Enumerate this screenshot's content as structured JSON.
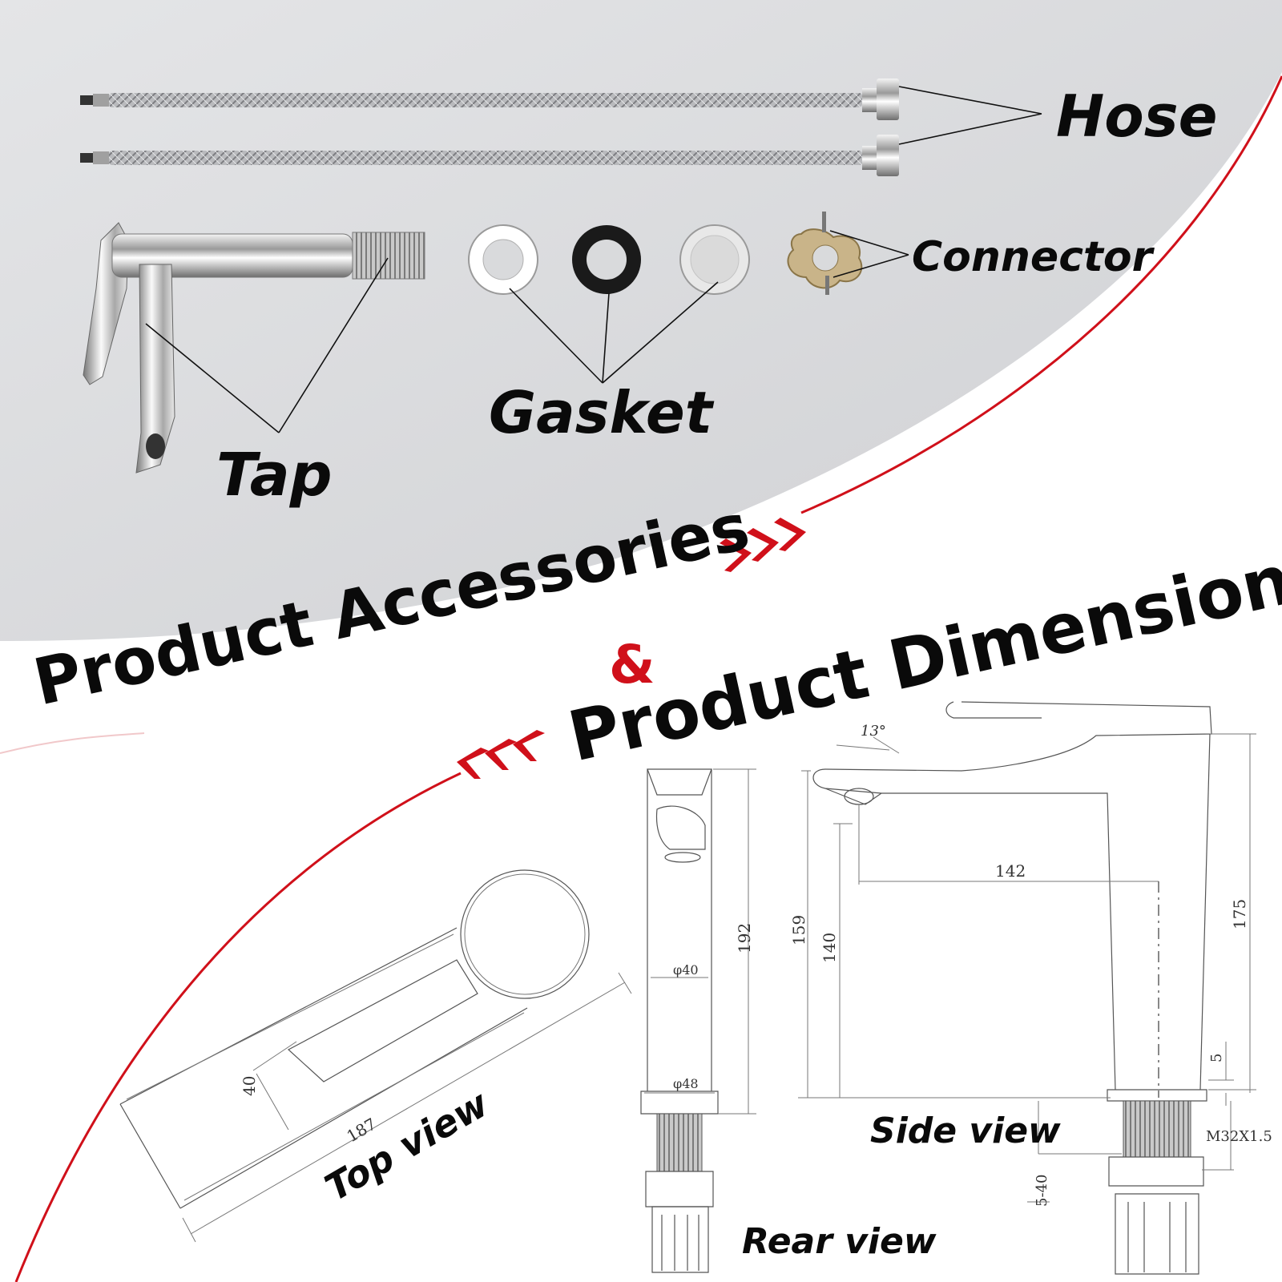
{
  "labels": {
    "hose": "Hose",
    "connector": "Connector",
    "gasket": "Gasket",
    "tap": "Tap",
    "title_line1": "Product Accessories",
    "ampersand": "&",
    "title_line2": "Product Dimensions",
    "top_view": "Top view",
    "rear_view": "Rear view",
    "side_view": "Side view"
  },
  "dimensions": {
    "top_width": "40",
    "top_length": "187",
    "rear_top_dia": "φ40",
    "rear_base_dia": "φ48",
    "rear_height": "192",
    "side_angle": "13°",
    "side_reach": "142",
    "side_spout_height": "159",
    "side_outlet_height": "140",
    "side_total_height": "175",
    "side_base": "5",
    "side_thread": "M32X1.5",
    "side_deck": "5-40"
  },
  "colors": {
    "accent_red": "#d0101a",
    "grey_bg": "#d9dadc",
    "text": "#0a0a0a"
  }
}
